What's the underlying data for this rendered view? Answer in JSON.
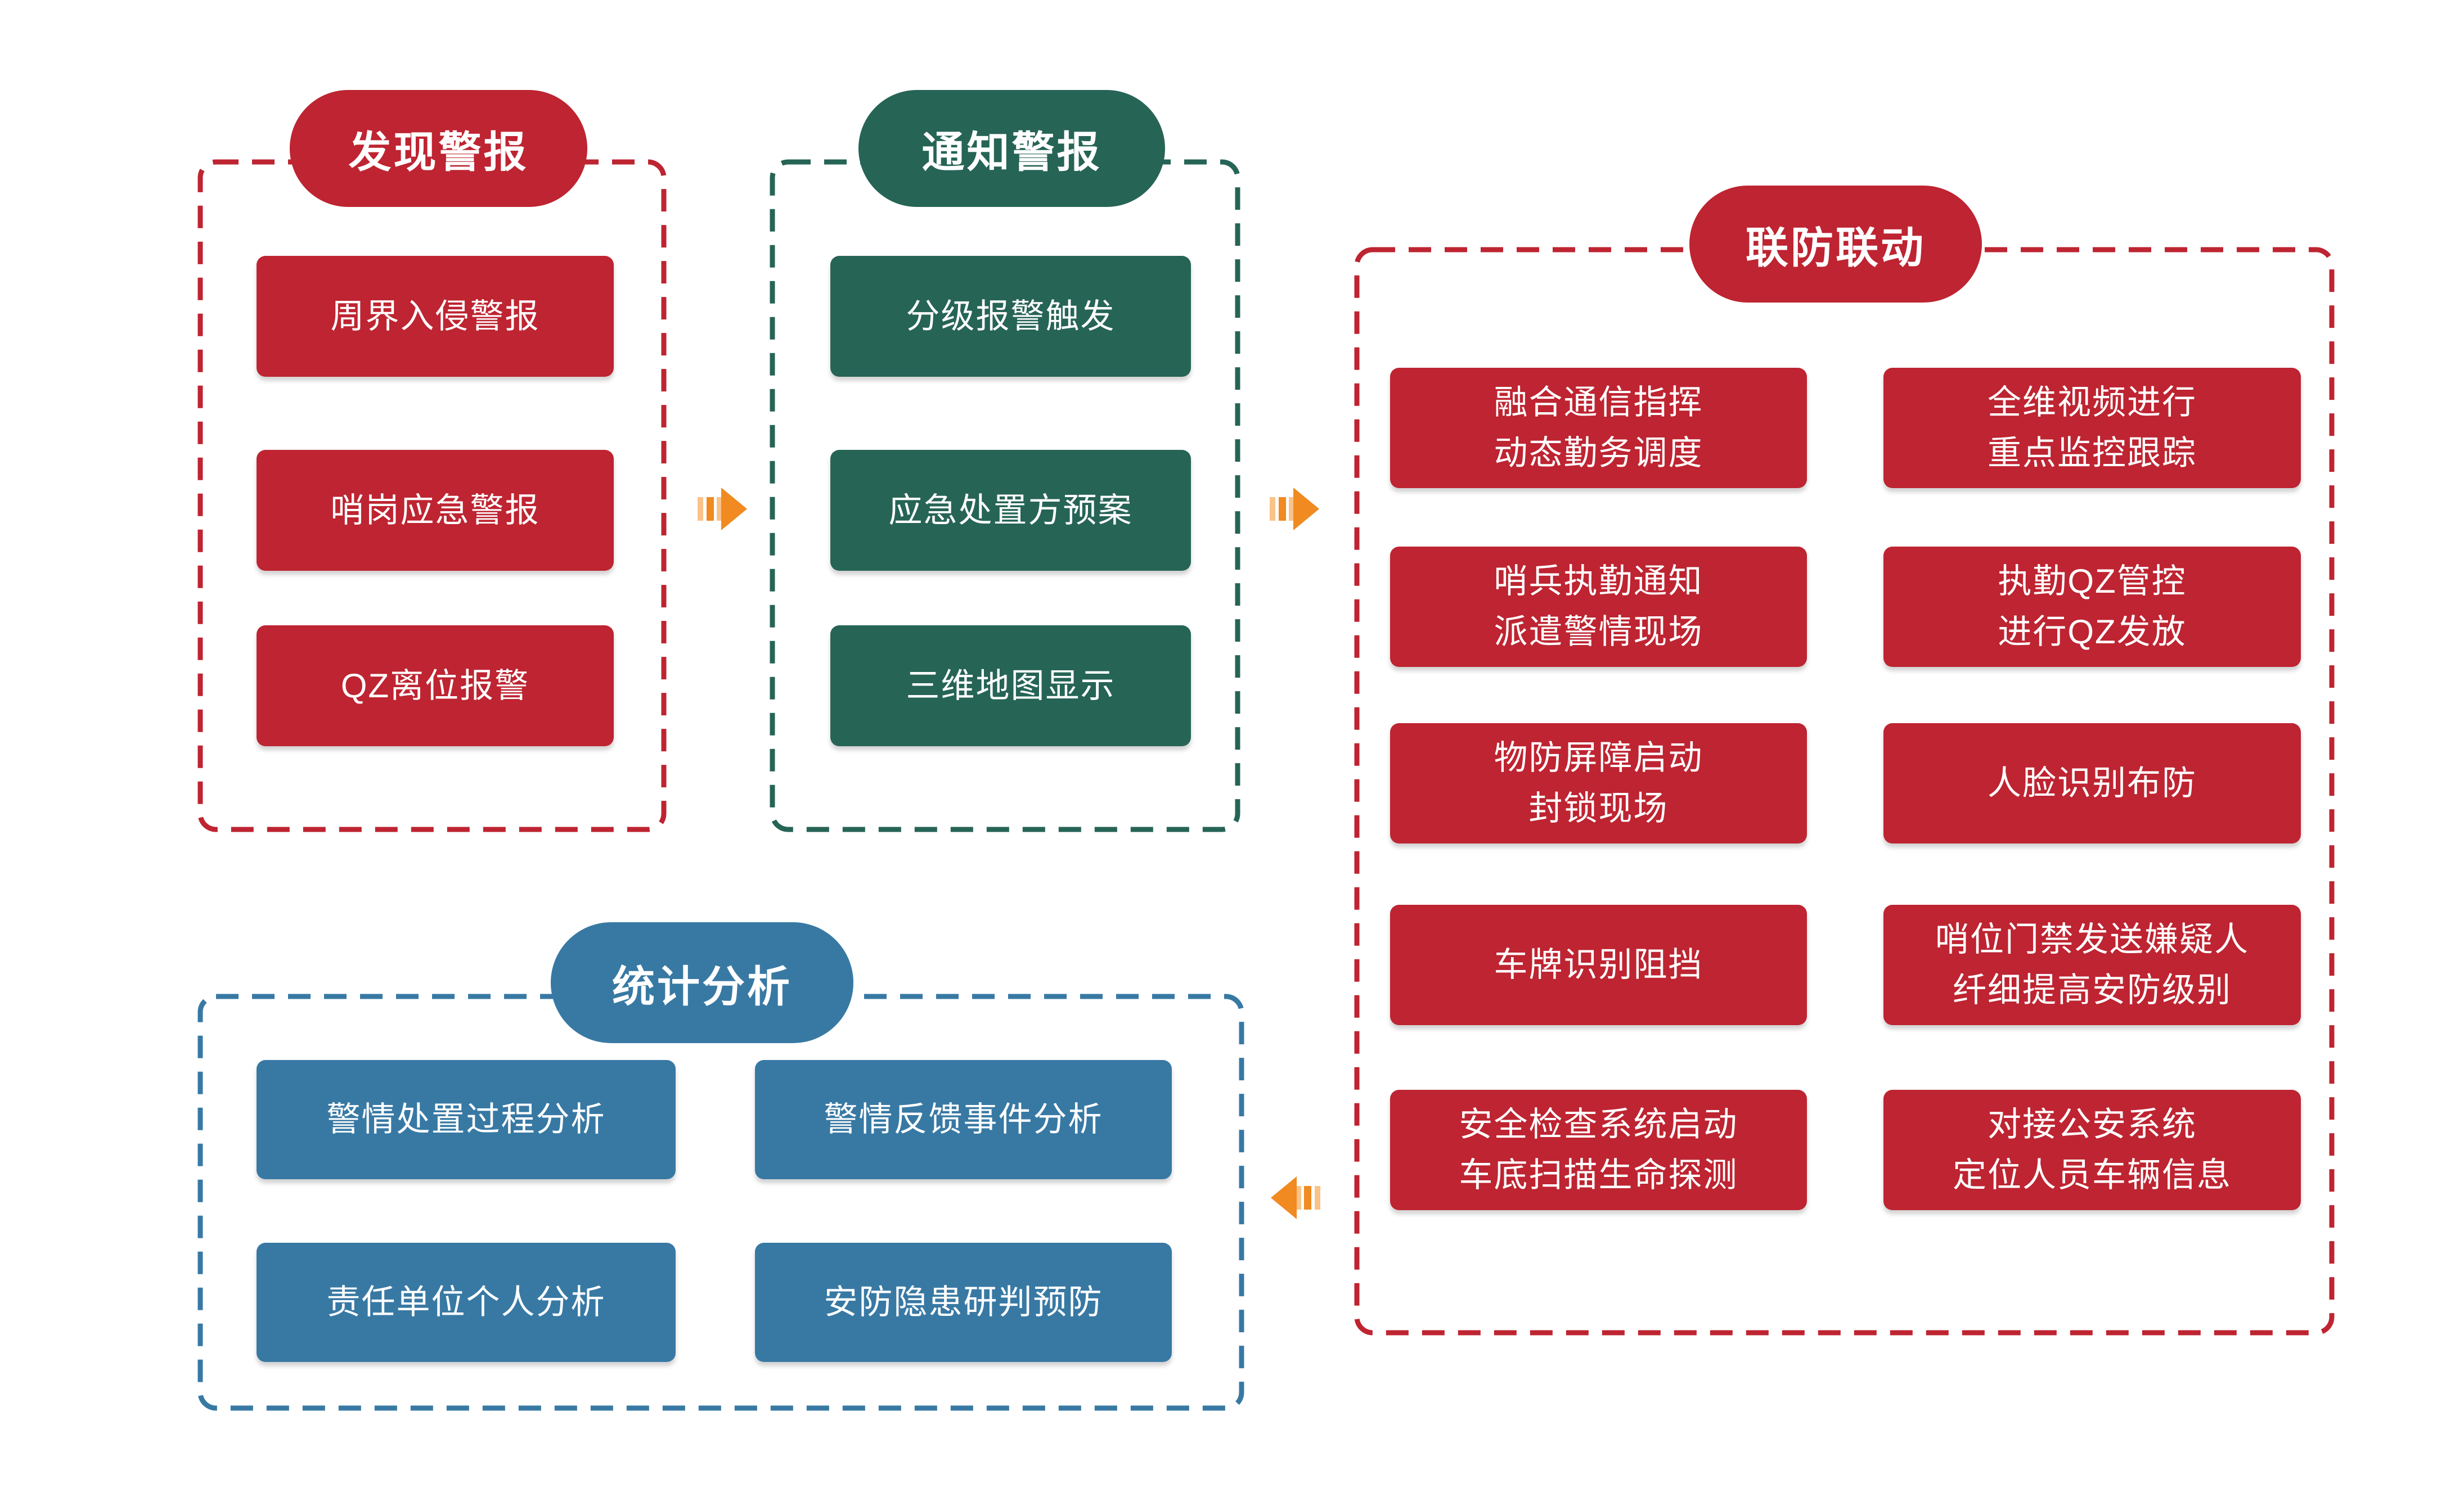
{
  "diagram": {
    "sections": {
      "discover": {
        "title": "发现警报",
        "items": [
          "周界入侵警报",
          "哨岗应急警报",
          "QZ离位报警"
        ]
      },
      "notify": {
        "title": "通知警报",
        "items": [
          "分级报警触发",
          "应急处置方预案",
          "三维地图显示"
        ]
      },
      "joint": {
        "title": "联防联动",
        "rows": [
          {
            "left": "融合通信指挥\n动态勤务调度",
            "right": "全维视频进行\n重点监控跟踪"
          },
          {
            "left": "哨兵执勤通知\n派遣警情现场",
            "right": "执勤QZ管控\n进行QZ发放"
          },
          {
            "left": "物防屏障启动\n封锁现场",
            "right": "人脸识别布防"
          },
          {
            "left": "车牌识别阻挡",
            "right": "哨位门禁发送嫌疑人\n纤细提高安防级别"
          },
          {
            "left": "安全检查系统启动\n车底扫描生命探测",
            "right": "对接公安系统\n定位人员车辆信息"
          }
        ]
      },
      "stats": {
        "title": "统计分析",
        "rows": [
          {
            "left": "警情处置过程分析",
            "right": "警情反馈事件分析"
          },
          {
            "left": "责任单位个人分析",
            "right": "安防隐患研判预防"
          }
        ]
      }
    },
    "colors": {
      "red": "#BE2431",
      "green": "#266456",
      "blue": "#3879A4",
      "orange": "#F08A21",
      "orange_light": "#F9C389",
      "text": "#FFFFFF",
      "background": "#FFFFFF"
    }
  }
}
